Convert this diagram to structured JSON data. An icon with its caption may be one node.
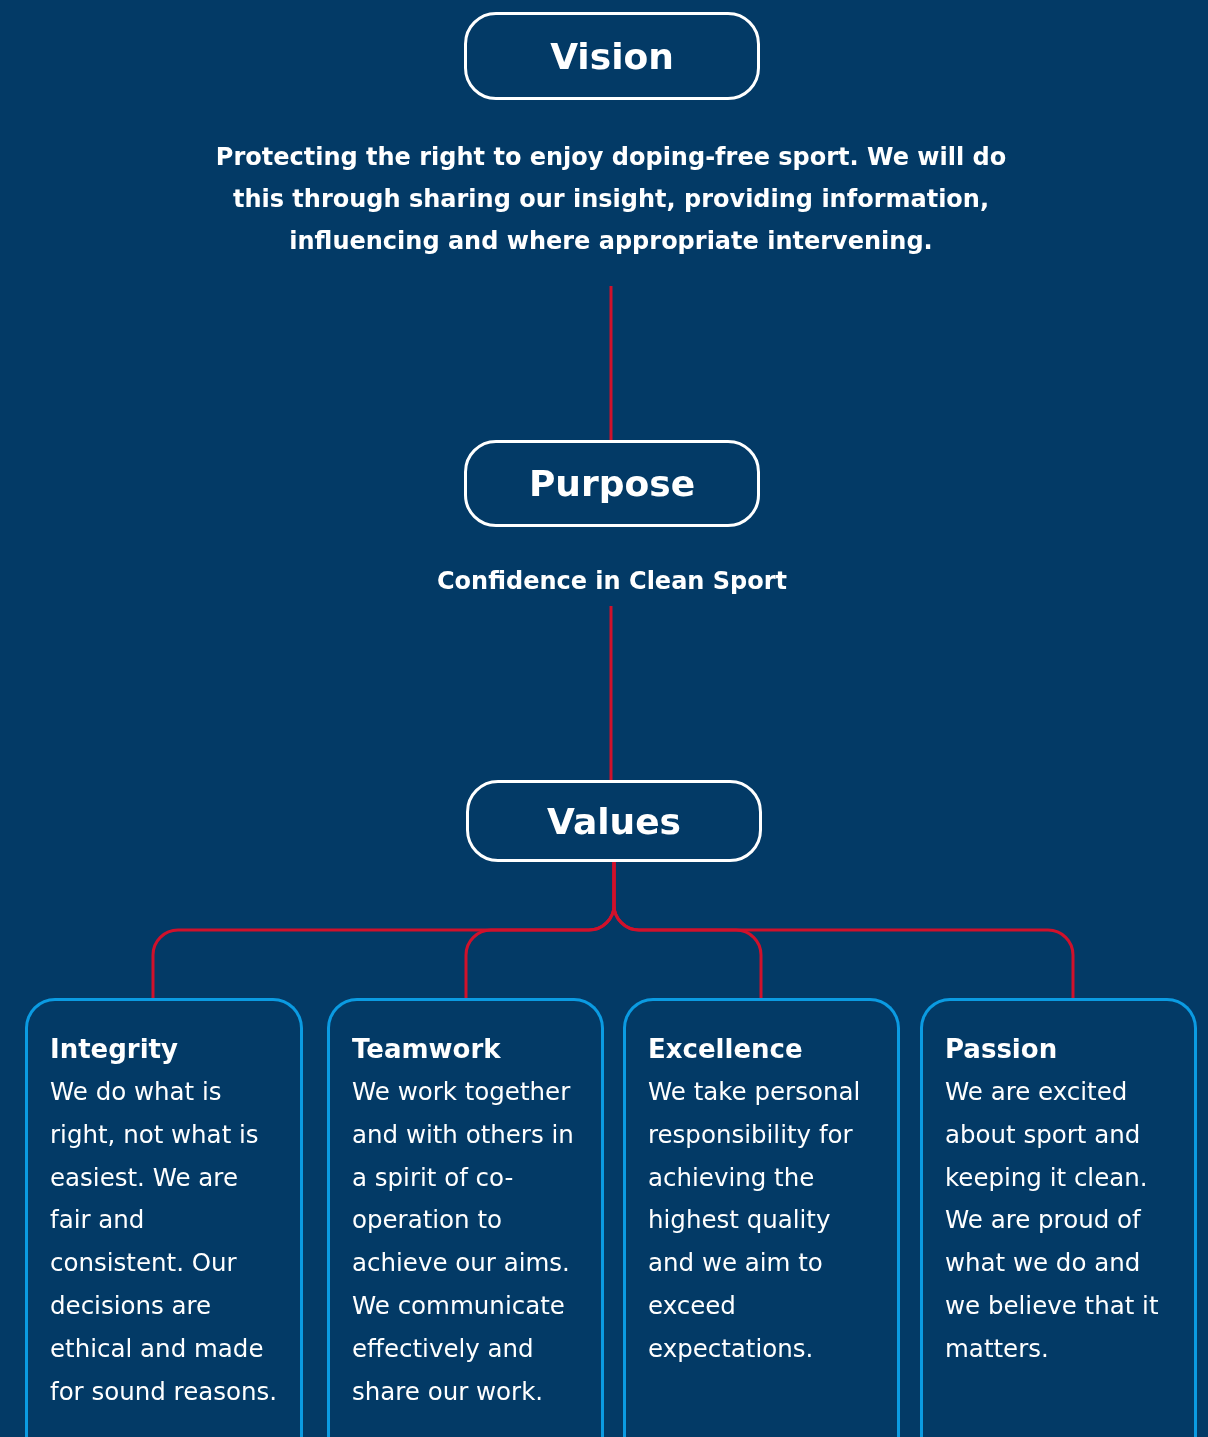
{
  "diagram": {
    "nodes": [
      {
        "text": [
          "Vision"
        ]
      },
      {
        "text": [
          "Protecting the right to enjoy doping-free sport. We will do this through sharing our insight, providing information, influencing and where appropriate intervening."
        ]
      },
      {
        "text": [
          "Purpose"
        ]
      },
      {
        "text": [
          "Confidence in Clean Sport"
        ]
      },
      {
        "text": [
          "Values"
        ]
      },
      {
        "text": [
          "Integrity",
          "We do what is right, not what is easiest. We are fair and consistent. Our decisions are ethical and made for sound reasons."
        ]
      },
      {
        "text": [
          "Teamwork",
          "We work together and with others in a spirit of co-operation to achieve our aims. We communicate effectively and share our work."
        ]
      },
      {
        "text": [
          "Excellence",
          "We take personal responsibility for achieving the highest quality and we aim to exceed expectations."
        ]
      },
      {
        "text": [
          "Passion",
          "We are excited about sport and keeping it clean. We are proud of what we do and we believe that it matters."
        ]
      }
    ],
    "edges": [
      {
        "from": 1,
        "to": 2,
        "arrow": "none"
      },
      {
        "from": 3,
        "to": 4,
        "arrow": "none"
      },
      {
        "from": 4,
        "to": 5,
        "arrow": "none"
      },
      {
        "from": 4,
        "to": 6,
        "arrow": "none"
      },
      {
        "from": 4,
        "to": 7,
        "arrow": "none"
      },
      {
        "from": 4,
        "to": 8,
        "arrow": "none"
      }
    ]
  }
}
